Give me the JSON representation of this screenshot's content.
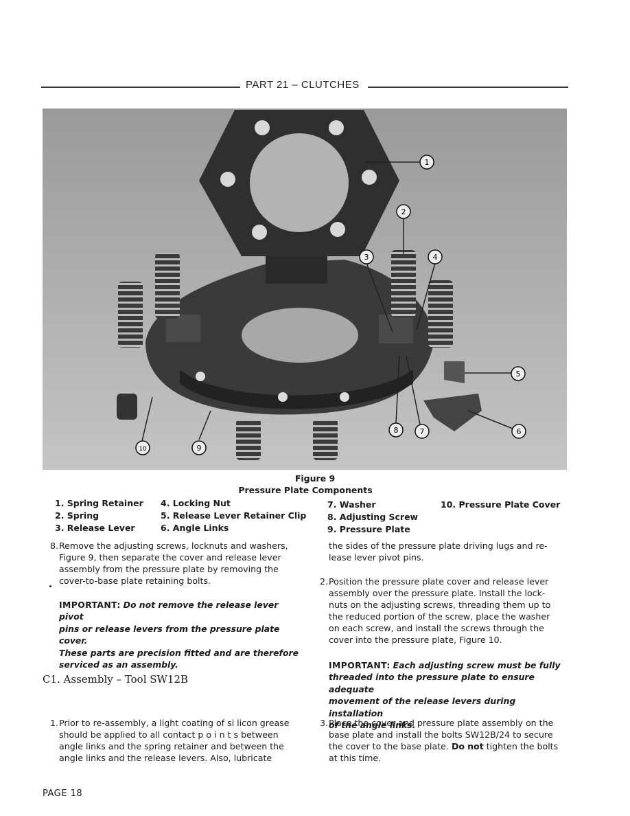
{
  "header": {
    "title": "PART 21 – CLUTCHES"
  },
  "figure": {
    "callouts": [
      "1",
      "2",
      "3",
      "4",
      "5",
      "6",
      "7",
      "8",
      "9",
      "10"
    ],
    "label": "Figure 9",
    "caption": "Pressure Plate Components"
  },
  "legend": [
    "1. Spring Retainer",
    "2. Spring",
    "3. Release Lever",
    "4. Locking Nut",
    "5. Release Lever Retainer Clip",
    "6. Angle Links",
    "7. Washer",
    "8. Adjusting Screw",
    "9. Pressure Plate",
    "10. Pressure Plate Cover"
  ],
  "left_col": {
    "step8_num": "8.",
    "step8": [
      "Remove the adjusting screws, locknuts and washers,",
      "Figure 9, then separate the cover and release lever",
      "assembly from the pressure plate by removing the",
      "cover-to-base  plate retaining bolts."
    ],
    "important_label": "IMPORTANT:",
    "important": [
      "Do not remove the release lever pivot",
      "pins or release levers from the pressure plate cover.",
      "These parts are precision fitted and are therefore",
      "serviced as an assembly."
    ],
    "section_title": "C1.  Assembly – Tool SW12B",
    "step1_num": "1.",
    "step1": [
      "Prior to re-assembly, a light coating of si licon grease",
      "should be applied to all contact  p o i n t s  between",
      "angle links and the spring retainer and between the",
      "angle  links and the release levers.  Also,  lubricate"
    ]
  },
  "right_col": {
    "cont": [
      "the sides of the pressure plate driving lugs and re-",
      "lease lever pivot pins."
    ],
    "step2_num": "2.",
    "step2": [
      "Position the pressure plate cover and release lever",
      "assembly over the pressure plate. Install the lock-",
      "nuts on the adjusting screws, threading them up to",
      "the reduced portion of the screw, place the washer",
      "on each screw, and install the screws through the",
      "cover into the pressure plate, Figure 10."
    ],
    "important_label": "IMPORTANT:",
    "important": [
      "Each adjusting screw must be fully",
      "threaded into the pressure plate to ensure adequate",
      "movement of the release levers during installation",
      "of the angle links."
    ],
    "step3_num": "3.",
    "step3_l1": "Place the cover and pressure plate assembly on the",
    "step3_l2": "base plate and install the bolts SW12B/24 to secure",
    "step3_l3": "the cover to the base plate.",
    "step3_do": "Do",
    "step3_not": "not",
    "step3_l3b": "tighten the bolts",
    "step3_l4": "at this time."
  },
  "footer": {
    "page": "PAGE 18"
  }
}
